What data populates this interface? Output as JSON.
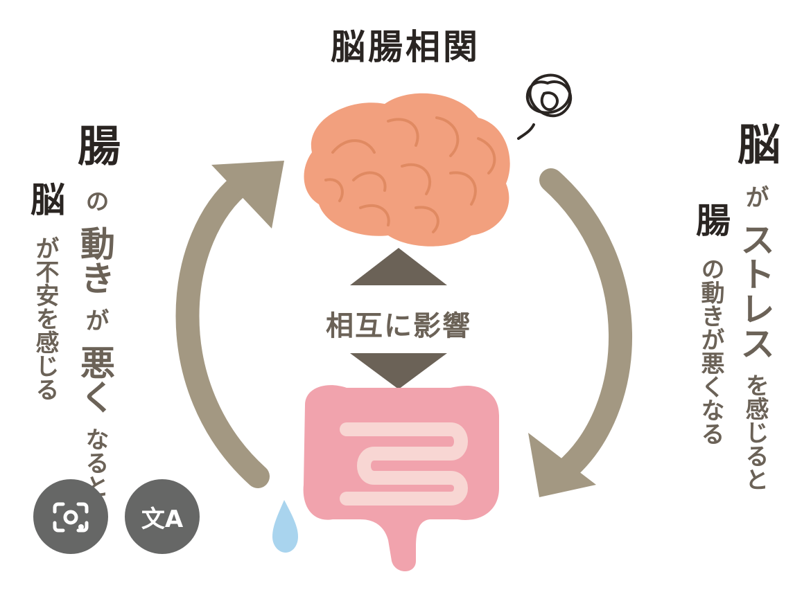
{
  "title": "脳腸相関",
  "center_label": "相互に影響",
  "left_text": {
    "col1_big": "腸",
    "col1_rest_a": "の",
    "col1_rest_b": "動き",
    "col1_rest_c": "が",
    "col1_rest_d": "悪く",
    "col1_rest_e": "なると",
    "col2_big": "脳",
    "col2_rest": "が不安を感じる"
  },
  "right_text": {
    "col1_big": "脳",
    "col1_rest_a": "が",
    "col1_rest_b": "ストレス",
    "col1_rest_c": "を感じると",
    "col2_big": "腸",
    "col2_rest": "の動きが悪くなる"
  },
  "buttons": {
    "lens": "lens-camera-icon",
    "translate_text": "文A"
  },
  "colors": {
    "arrow": "#a39882",
    "triangle": "#6b6257",
    "brain": "#f2a07e",
    "brain_line": "#e08a62",
    "intestine": "#f1a3ad",
    "intestine_inner": "#f8d6d3",
    "drop": "#a9d4ee",
    "fab": "#666766"
  }
}
